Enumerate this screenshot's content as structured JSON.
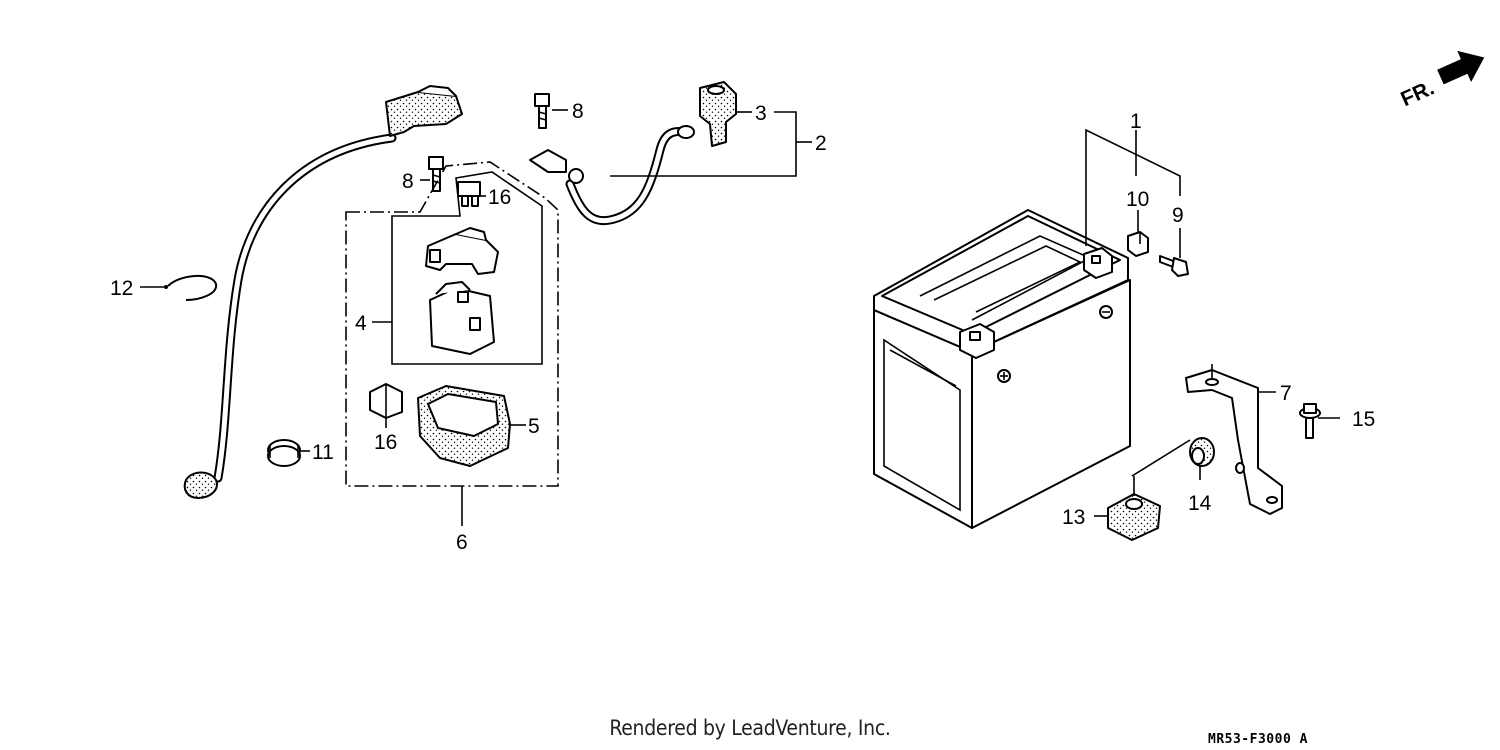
{
  "diagram": {
    "direction_marker": "FR.",
    "callouts": {
      "c1": "1",
      "c2": "2",
      "c3": "3",
      "c4": "4",
      "c5": "5",
      "c6": "6",
      "c7": "7",
      "c8a": "8",
      "c8b": "8",
      "c9": "9",
      "c10": "10",
      "c11": "11",
      "c12": "12",
      "c13": "13",
      "c14": "14",
      "c15": "15",
      "c16a": "16",
      "c16b": "16"
    }
  },
  "footer": {
    "credit": "Rendered by LeadVenture, Inc.",
    "code": "MR53-F3000 A"
  }
}
